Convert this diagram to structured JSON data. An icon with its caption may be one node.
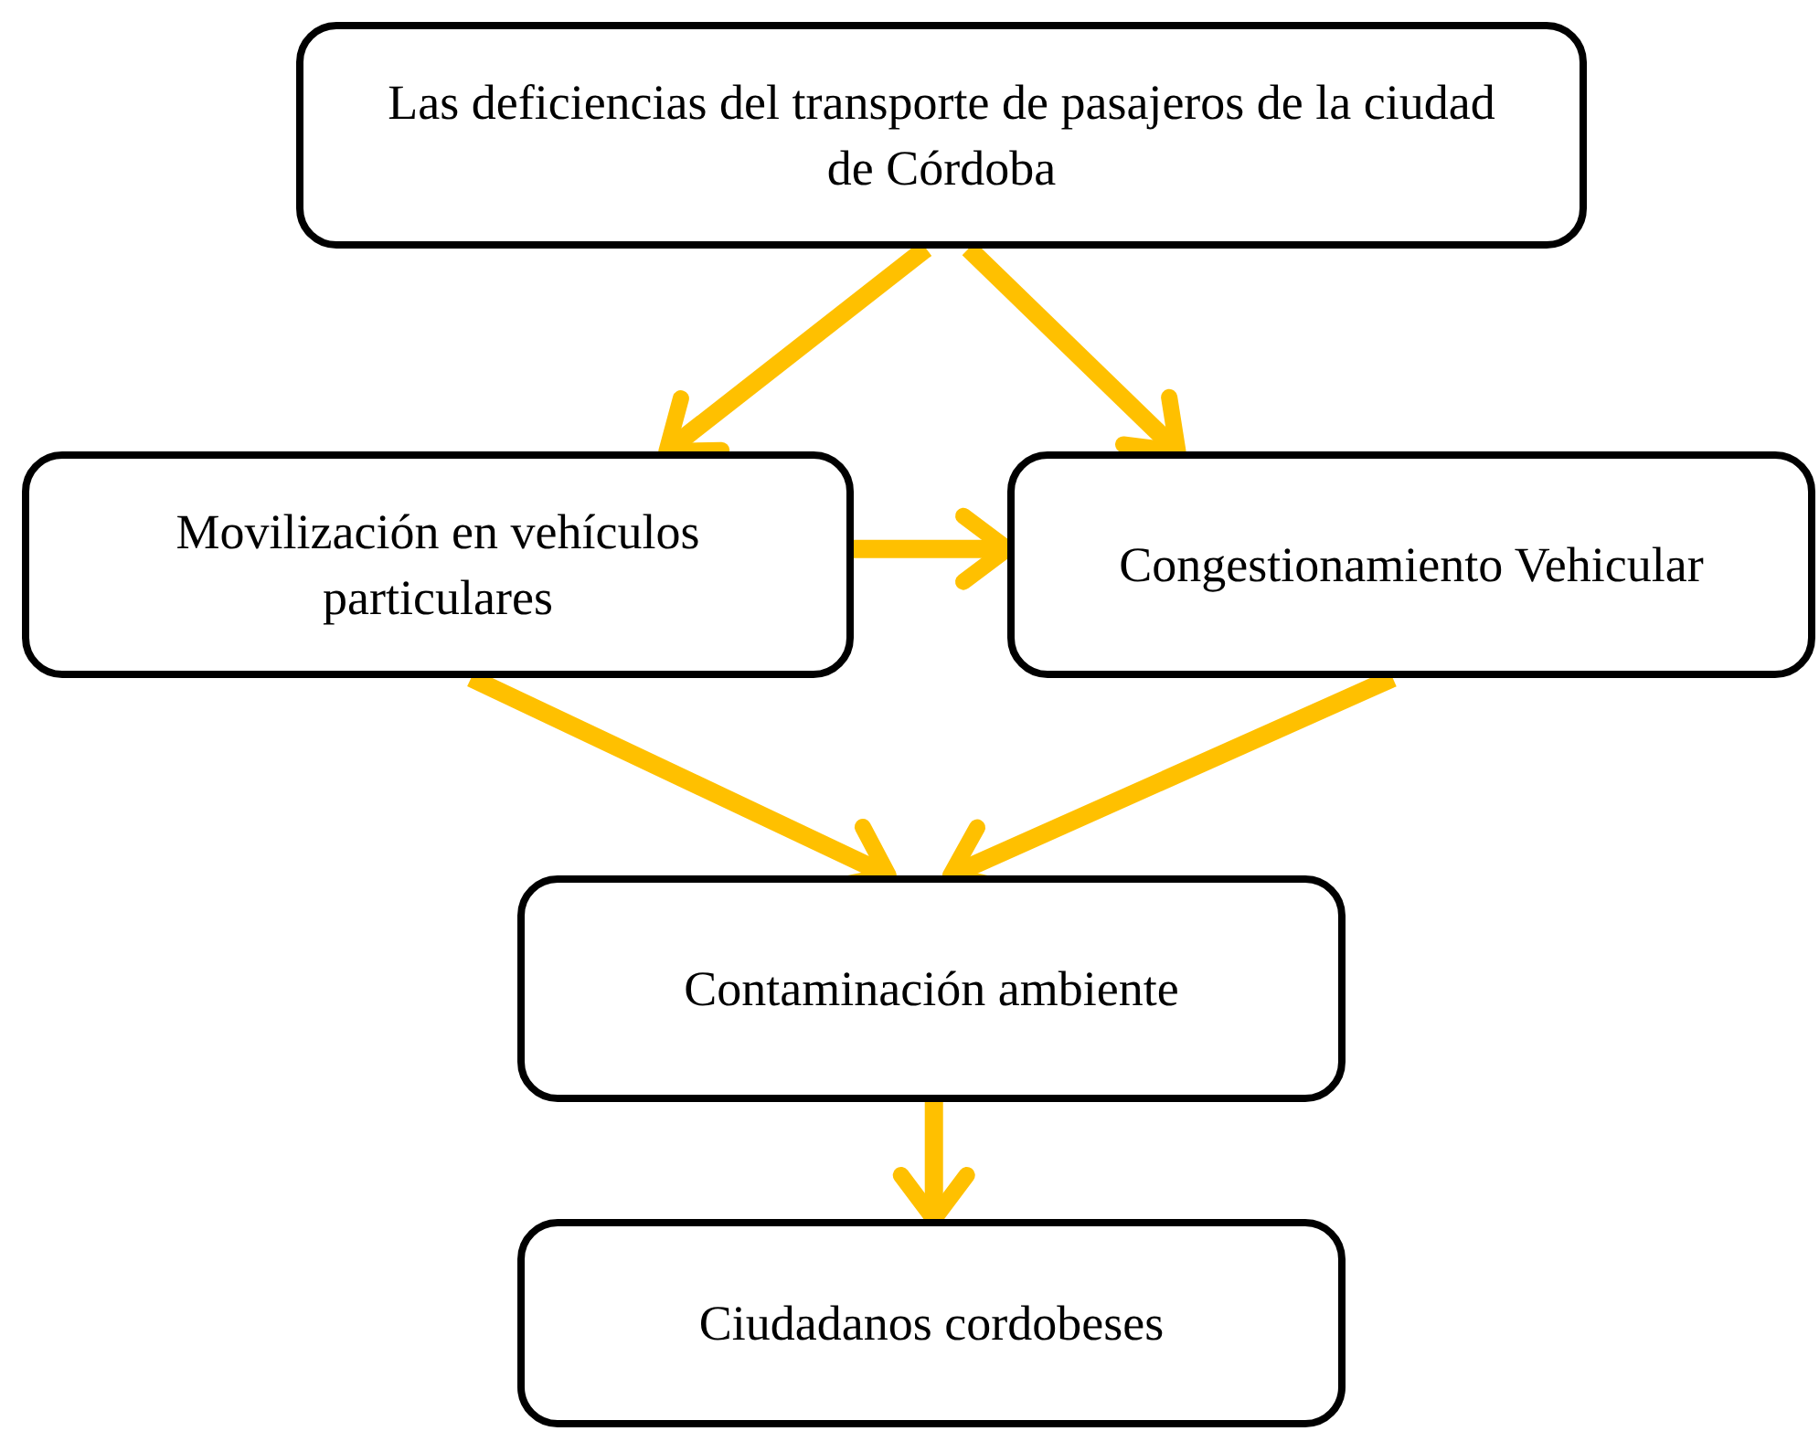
{
  "diagram": {
    "nodes": [
      {
        "text": [
          "Las deficiencias del transporte de pasajeros de la ciudad de Córdoba"
        ]
      },
      {
        "text": [
          "Movilización en vehículos particulares"
        ]
      },
      {
        "text": [
          "Congestionamiento Vehicular"
        ]
      },
      {
        "text": [
          "Contaminación ambiente"
        ]
      },
      {
        "text": [
          "Ciudadanos cordobeses"
        ]
      }
    ],
    "edges": [
      {
        "from": 0,
        "to": 1,
        "arrow": "to",
        "color": "#ffc000"
      },
      {
        "from": 0,
        "to": 2,
        "arrow": "to",
        "color": "#ffc000"
      },
      {
        "from": 1,
        "to": 2,
        "arrow": "to",
        "color": "#ffc000"
      },
      {
        "from": 1,
        "to": 3,
        "arrow": "to",
        "color": "#ffc000"
      },
      {
        "from": 2,
        "to": 3,
        "arrow": "to",
        "color": "#ffc000"
      },
      {
        "from": 3,
        "to": 4,
        "arrow": "to",
        "color": "#ffc000"
      }
    ]
  }
}
